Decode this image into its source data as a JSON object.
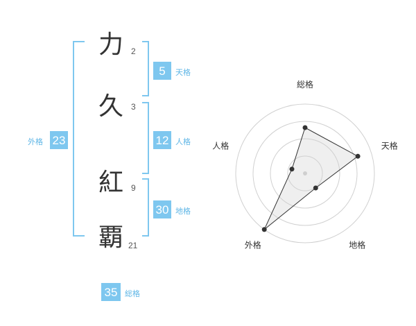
{
  "name_chars": [
    {
      "char": "力",
      "strokes": "2"
    },
    {
      "char": "久",
      "strokes": "3"
    },
    {
      "char": "紅",
      "strokes": "9"
    },
    {
      "char": "覇",
      "strokes": "21"
    }
  ],
  "fortunes": {
    "tenkaku": {
      "value": "5",
      "label": "天格"
    },
    "jinkaku": {
      "value": "12",
      "label": "人格"
    },
    "chikaku": {
      "value": "30",
      "label": "地格"
    },
    "gaikaku": {
      "value": "23",
      "label": "外格"
    },
    "soukaku": {
      "value": "35",
      "label": "総格"
    }
  },
  "colors": {
    "accent": "#7ec7ef",
    "accent_text": "#5fb6e6",
    "text": "#333333",
    "grid": "#d0d0d0"
  },
  "chart_data": {
    "type": "radar",
    "axes": [
      "総格",
      "天格",
      "地格",
      "外格",
      "人格"
    ],
    "max": 5,
    "rings": 4,
    "values": [
      3.3,
      4.0,
      1.3,
      5.0,
      1.0
    ]
  }
}
